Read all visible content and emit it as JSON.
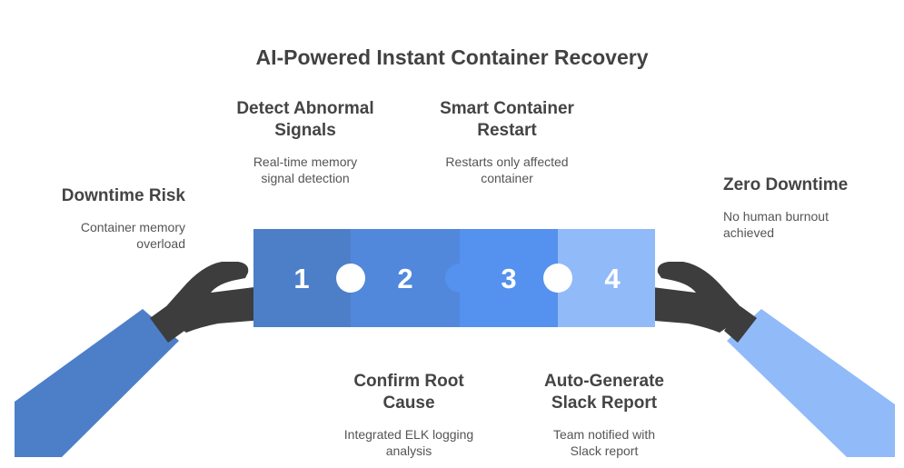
{
  "title": "AI-Powered Instant Container Recovery",
  "colors": {
    "piece1": "#4d7fc9",
    "piece2": "#5188dc",
    "piece3": "#5591ee",
    "piece4": "#91baf9",
    "left_sleeve": "#4d7fc9",
    "right_sleeve": "#91baf9",
    "hand": "#3d3d3d"
  },
  "steps": [
    {
      "number": "1",
      "heading": "Detect Abnormal\nSignals",
      "description": "Real-time memory\nsignal detection"
    },
    {
      "number": "2",
      "heading": "Confirm Root\nCause",
      "description": "Integrated ELK logging\nanalysis"
    },
    {
      "number": "3",
      "heading": "Smart Container\nRestart",
      "description": "Restarts only affected\ncontainer"
    },
    {
      "number": "4",
      "heading": "Auto-Generate\nSlack Report",
      "description": "Team notified with\nSlack report"
    }
  ],
  "start": {
    "heading": "Downtime Risk",
    "description": "Container memory\noverload"
  },
  "end": {
    "heading": "Zero Downtime",
    "description": "No human burnout\nachieved"
  }
}
